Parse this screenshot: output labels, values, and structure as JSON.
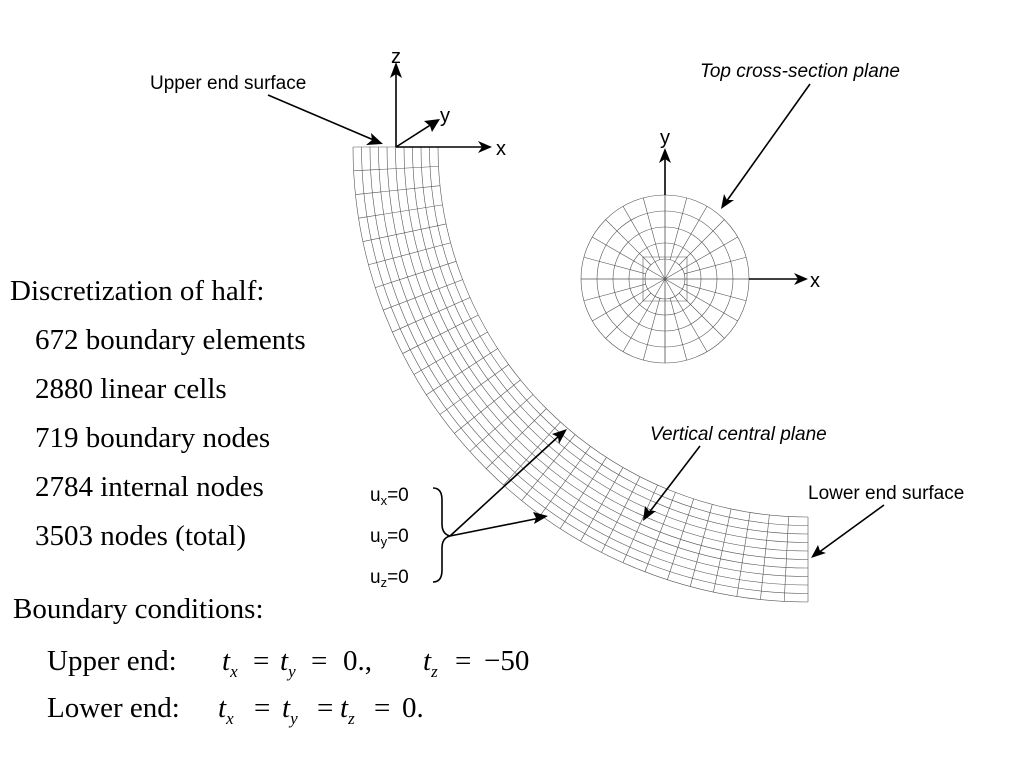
{
  "figure": {
    "labels": {
      "upper_end_surface": "Upper end surface",
      "top_cross_section": "Top cross-section plane",
      "vertical_central_plane": "Vertical central plane",
      "lower_end_surface": "Lower end surface"
    },
    "axes": {
      "z": "z",
      "y": "y",
      "x": "x",
      "cs_y": "y",
      "cs_x": "x"
    },
    "constraints": {
      "ux": "u",
      "ux_sub": "x",
      "uy": "u",
      "uy_sub": "y",
      "uz": "u",
      "uz_sub": "z",
      "eq_zero": "=0"
    },
    "discretization": {
      "heading": "Discretization of half:",
      "items": [
        "672 boundary elements",
        "2880 linear cells",
        "719 boundary nodes",
        "2784 internal nodes",
        "3503 nodes (total)"
      ]
    },
    "boundary": {
      "heading": "Boundary conditions:",
      "upper_label": "Upper end:",
      "lower_label": "Lower end:",
      "t": "t",
      "sub_x": "x",
      "sub_y": "y",
      "sub_z": "z",
      "eq": "=",
      "upper_txy_value": "0.,",
      "upper_tz_value": "−50",
      "lower_value": "0."
    }
  }
}
